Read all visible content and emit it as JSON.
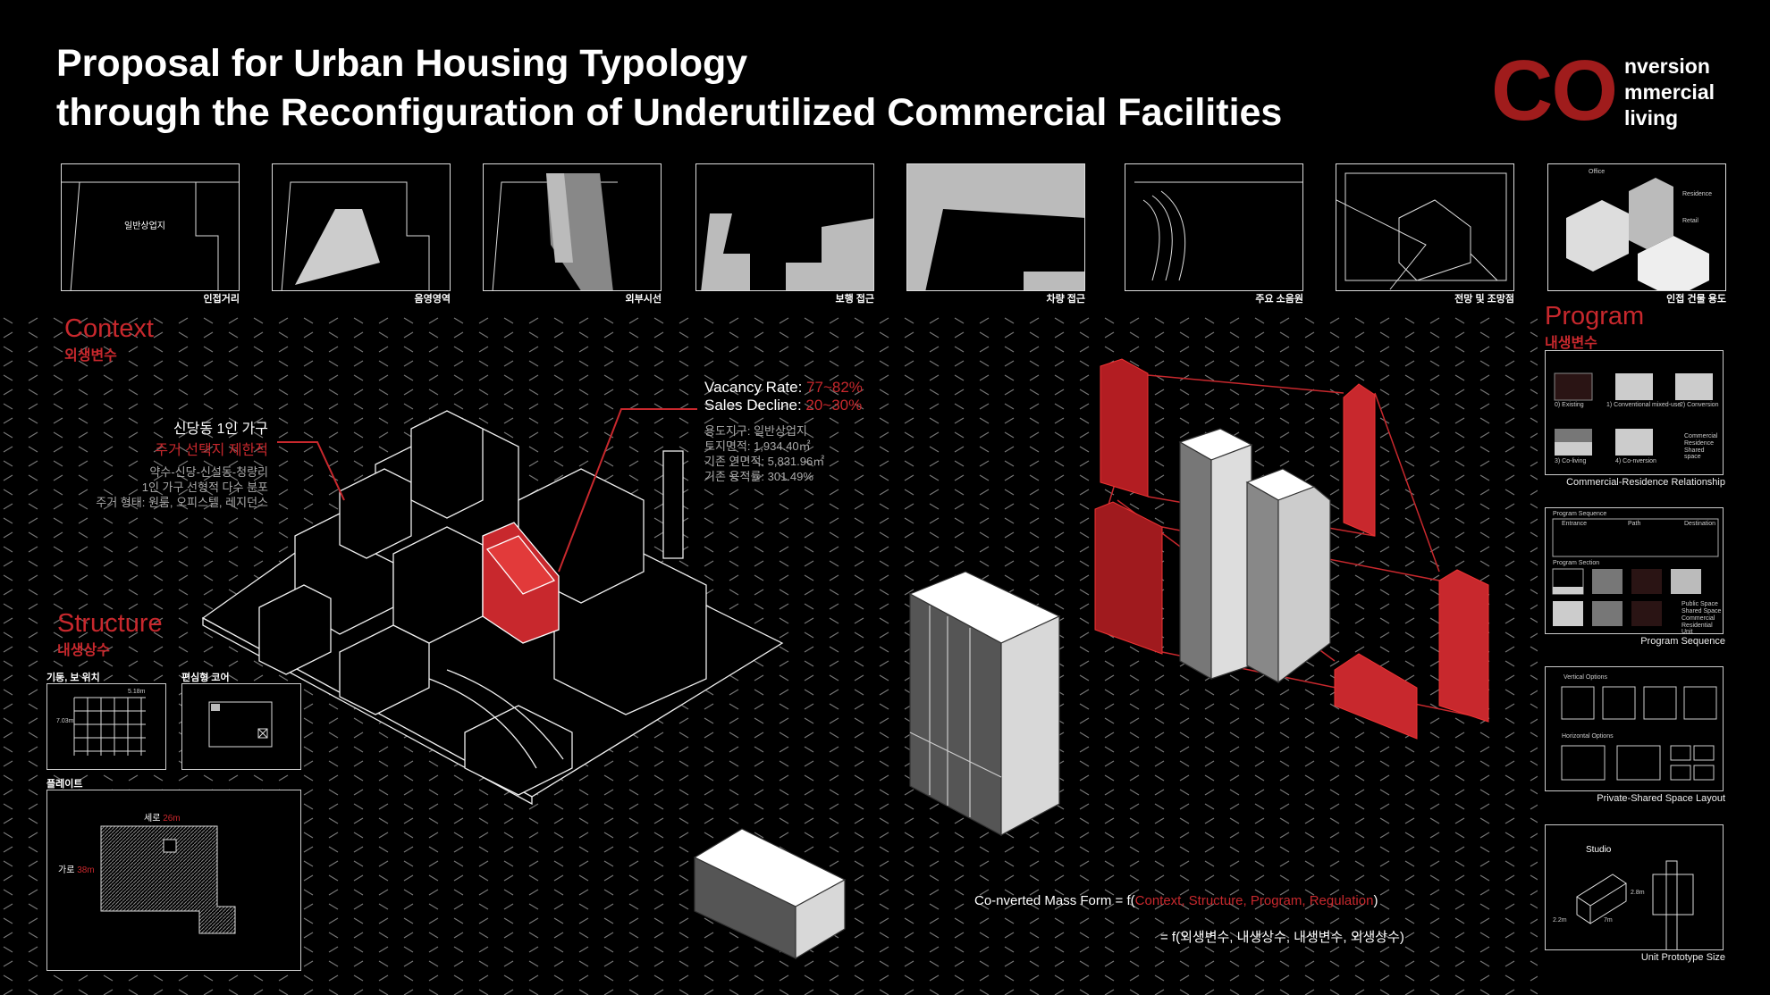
{
  "title": {
    "line1": "Proposal for Urban Housing Typology",
    "line2": "through the Reconfiguration of Underutilized Commercial Facilities"
  },
  "logo": {
    "mark": "CO",
    "words": [
      "nversion",
      "mmercial",
      "living"
    ]
  },
  "thumbnails": [
    {
      "label": "인접거리",
      "inner": "일반상업지"
    },
    {
      "label": "음영영역"
    },
    {
      "label": "외부시선"
    },
    {
      "label": "보행 접근"
    },
    {
      "label": "차량 접근"
    },
    {
      "label": "주요 소음원"
    },
    {
      "label": "전망 및 조망점"
    },
    {
      "label": "인접 건물 용도",
      "inner": [
        "Office",
        "Residence",
        "Retail"
      ]
    }
  ],
  "context": {
    "title": "Context",
    "subtitle": "외생변수",
    "headline": "신당동 1인 가구",
    "headline_red": "주거 선택지 제한적",
    "notes": [
      "약수-신당-신설동-청량리",
      "1인 가구 선형적 다수 분포",
      "주거 형태: 원룸, 오피스텔, 레지던스"
    ]
  },
  "stats": {
    "vacancy_label": "Vacancy Rate: ",
    "vacancy_value": "77~82%",
    "sales_label": "Sales Decline: ",
    "sales_value": "20~30%",
    "details": [
      "용도지구: 일반상업지",
      "토지면적: 1,934.40㎡",
      "기존 연면적: 5,831.96㎡",
      "기존 용적률: 301.49%"
    ]
  },
  "structure": {
    "title": "Structure",
    "subtitle": "내생상수",
    "panel1": "기둥, 보 위치",
    "panel2": "편심형 코어",
    "panel3": "플레이트",
    "dim_v_label": "세로 ",
    "dim_v": "26m",
    "dim_h_label": "가로 ",
    "dim_h": "38m",
    "dim_a": "5.18m",
    "dim_b": "7.03m"
  },
  "program": {
    "title": "Program",
    "subtitle": "내생변수",
    "panels": [
      {
        "caption": "Commercial-Residence Relationship",
        "items": [
          "0) Existing",
          "1) Conventional mixed-use",
          "2) Conversion",
          "3) Co-living",
          "4) Co-nversion"
        ],
        "legend": [
          "Commercial",
          "Residence",
          "Shared space"
        ]
      },
      {
        "caption": "Program Sequence",
        "headers": [
          "Program Sequence",
          "Entrance",
          "Path",
          "Destination",
          "Program Section"
        ],
        "legend": [
          "Public Space",
          "Shared Space",
          "Commercial",
          "Residential Unit"
        ]
      },
      {
        "caption": "Private-Shared Space Layout",
        "headers": [
          "Vertical Options",
          "Horizontal Options"
        ]
      },
      {
        "caption": "Unit Prototype Size",
        "unit": "Studio",
        "dims": [
          "2.2m",
          "2.8m",
          "7m"
        ]
      }
    ]
  },
  "formula": {
    "lhs": "Co-nverted Mass Form = f(",
    "args": "Context, Structure, Program, Regulation",
    "close": ")",
    "line2": "= f(외생변수, 내생상수, 내생변수, 외생상수)"
  },
  "colors": {
    "accent": "#c8282d",
    "logo": "#a01c1c",
    "background": "#000000"
  }
}
